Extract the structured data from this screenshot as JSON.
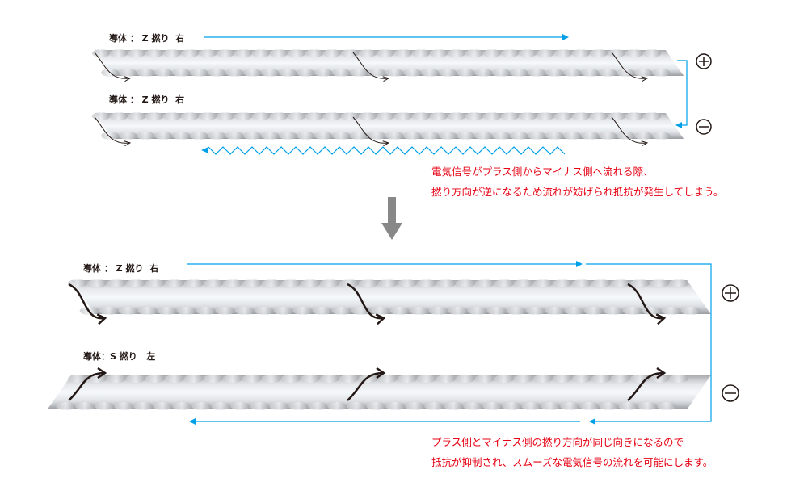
{
  "before": {
    "conductor_top_label": "導体 ： Z 撚り  右",
    "conductor_bottom_label": "導体 ： Z 撚り  右",
    "note_lines": [
      "電気信号がプラス側からマイナス側へ流れる際、",
      "撚り方向が逆になるため流れが妨げられ抵抗が発生してしまう。"
    ]
  },
  "after": {
    "conductor_top_label": "導体 ： Z 撚り  右",
    "conductor_bottom_label": "導体：S 撚り   左",
    "note_lines": [
      "プラス側とマイナス側の撚り方向が同じ向きになるので",
      "抵抗が抑制され、スムーズな電気信号の流れを可能にします。"
    ]
  },
  "symbols": {
    "plus": "⊕",
    "minus": "⊖"
  },
  "colors": {
    "flow": "#00a0e9",
    "note": "#e60012",
    "down_arrow": "#888888"
  }
}
